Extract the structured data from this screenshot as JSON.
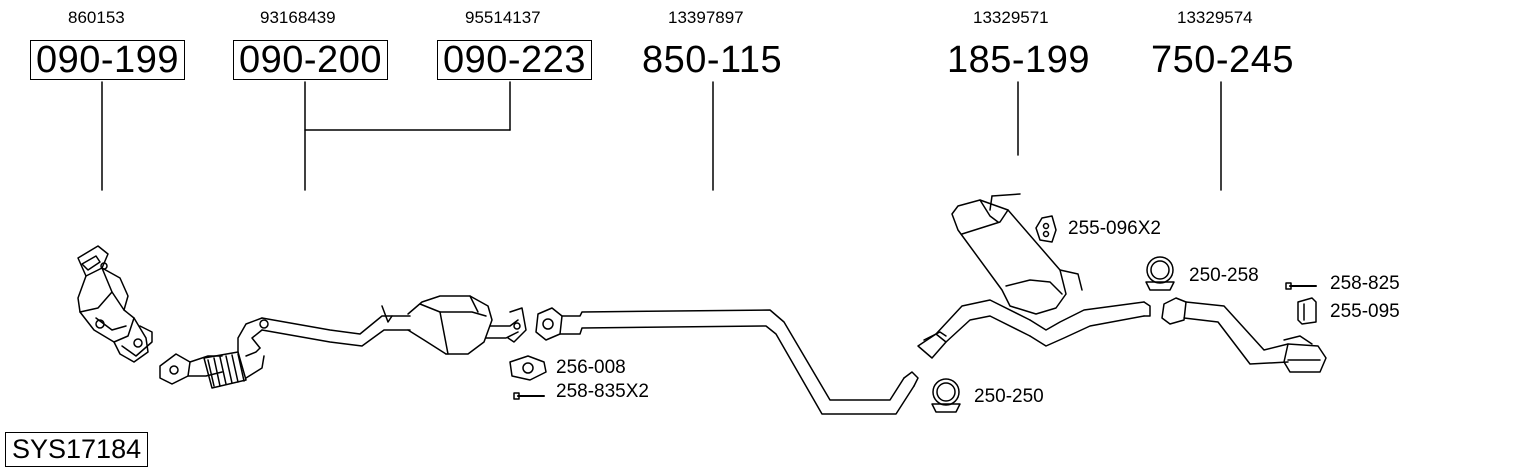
{
  "diagram": {
    "system_code": "SYS17184",
    "parts": [
      {
        "oem": "860153",
        "code": "090-199",
        "boxed": true
      },
      {
        "oem": "93168439",
        "code": "090-200",
        "boxed": true
      },
      {
        "oem": "95514137",
        "code": "090-223",
        "boxed": true
      },
      {
        "oem": "13397897",
        "code": "850-115",
        "boxed": false
      },
      {
        "oem": "13329571",
        "code": "185-199",
        "boxed": false
      },
      {
        "oem": "13329574",
        "code": "750-245",
        "boxed": false
      }
    ],
    "accessories": [
      {
        "code": "255-096X2",
        "icon": "rubber-hanger-icon"
      },
      {
        "code": "250-258",
        "icon": "clamp-icon"
      },
      {
        "code": "258-825",
        "icon": "bolt-icon"
      },
      {
        "code": "255-095",
        "icon": "mounting-bracket-icon"
      },
      {
        "code": "256-008",
        "icon": "gasket-icon"
      },
      {
        "code": "258-835X2",
        "icon": "bolt-icon"
      },
      {
        "code": "250-250",
        "icon": "clamp-icon"
      }
    ]
  }
}
